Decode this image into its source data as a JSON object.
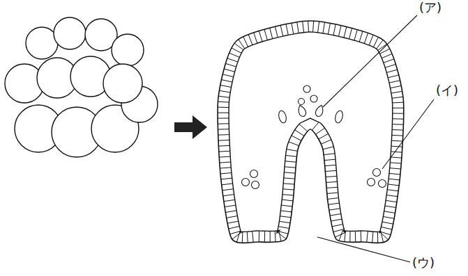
{
  "diagram": {
    "labels": [
      "(ア)",
      "(イ)",
      "(ウ)"
    ]
  }
}
